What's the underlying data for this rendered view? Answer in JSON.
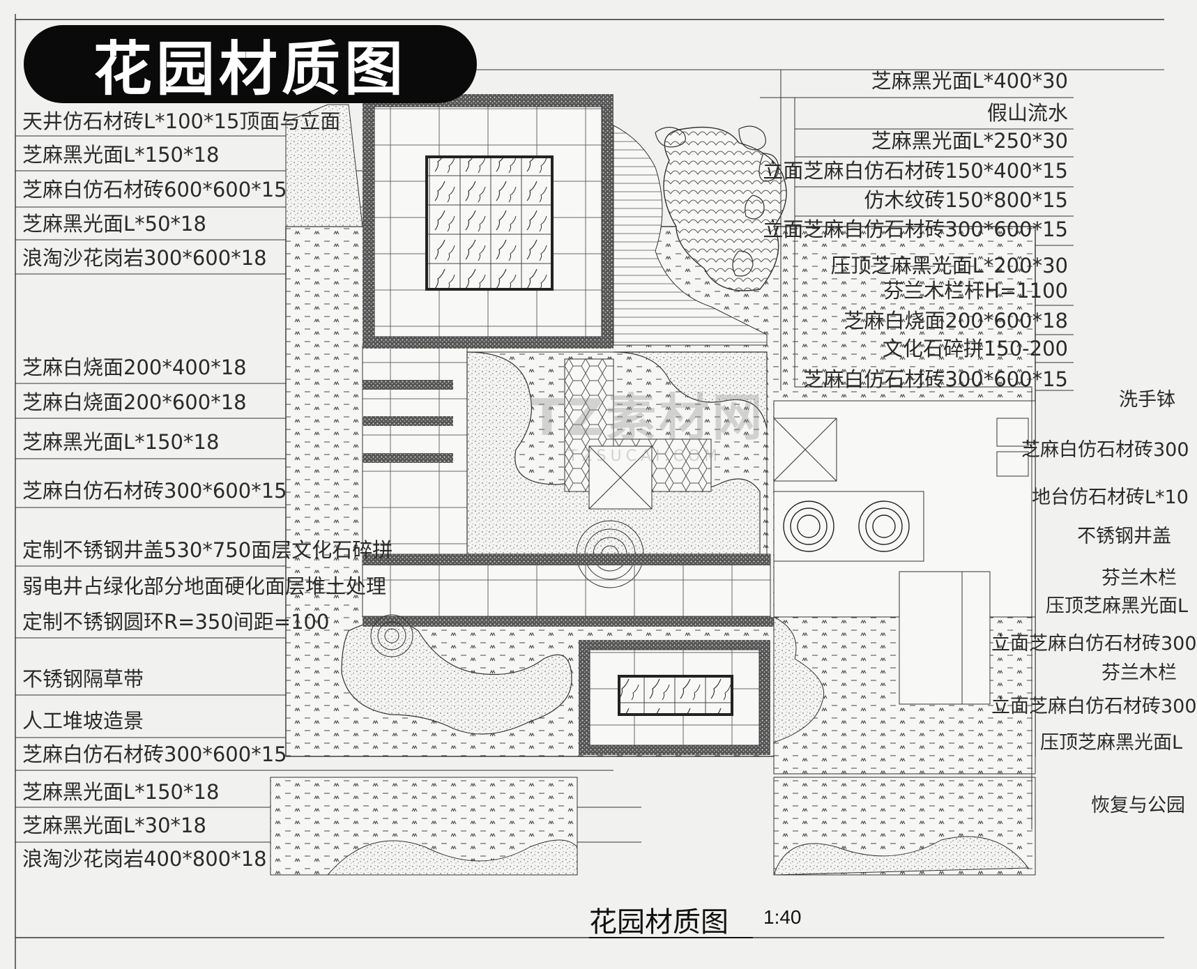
{
  "banner_title": "花园材质图",
  "left_labels": [
    "天井仿石材砖L*100*15顶面与立面",
    "芝麻黑光面L*150*18",
    "芝麻白仿石材砖600*600*15",
    "芝麻黑光面L*50*18",
    "浪淘沙花岗岩300*600*18",
    "芝麻白烧面200*400*18",
    "芝麻白烧面200*600*18",
    "芝麻黑光面L*150*18",
    "芝麻白仿石材砖300*600*15",
    "定制不锈钢井盖530*750面层文化石碎拼",
    "弱电井占绿化部分地面硬化面层堆土处理",
    "定制不锈钢圆环R=350间距=100",
    "不锈钢隔草带",
    "人工堆坡造景",
    "芝麻白仿石材砖300*600*15",
    "芝麻黑光面L*150*18",
    "芝麻黑光面L*30*18",
    "浪淘沙花岗岩400*800*18"
  ],
  "right_labels": [
    "芝麻黑光面L*400*30",
    "假山流水",
    "芝麻黑光面L*250*30",
    "立面芝麻白仿石材砖150*400*15",
    "仿木纹砖150*800*15",
    "立面芝麻白仿石材砖300*600*15",
    "压顶芝麻黑光面L*200*30",
    "芬兰木栏杆H=1100",
    "芝麻白烧面200*600*18",
    "文化石碎拼150-200",
    "芝麻白仿石材砖300*600*15"
  ],
  "edge_labels": [
    "洗手钵",
    "芝麻白仿石材砖300",
    "地台仿石材砖L*10",
    "不锈钢井盖",
    "芬兰木栏",
    "压顶芝麻黑光面L",
    "立面芝麻白仿石材砖300",
    "芬兰木栏",
    "立面芝麻白仿石材砖300",
    "压顶芝麻黑光面L",
    "恢复与公园"
  ],
  "drawing_title": "花园材质图",
  "drawing_scale": "1:40",
  "watermark": "TZ素材网",
  "watermark_url": "TZSUCAI.COM",
  "colors": {
    "paper": "#f1f1f0",
    "ink": "#2a2a2a",
    "badge": "#0a0a0a"
  }
}
